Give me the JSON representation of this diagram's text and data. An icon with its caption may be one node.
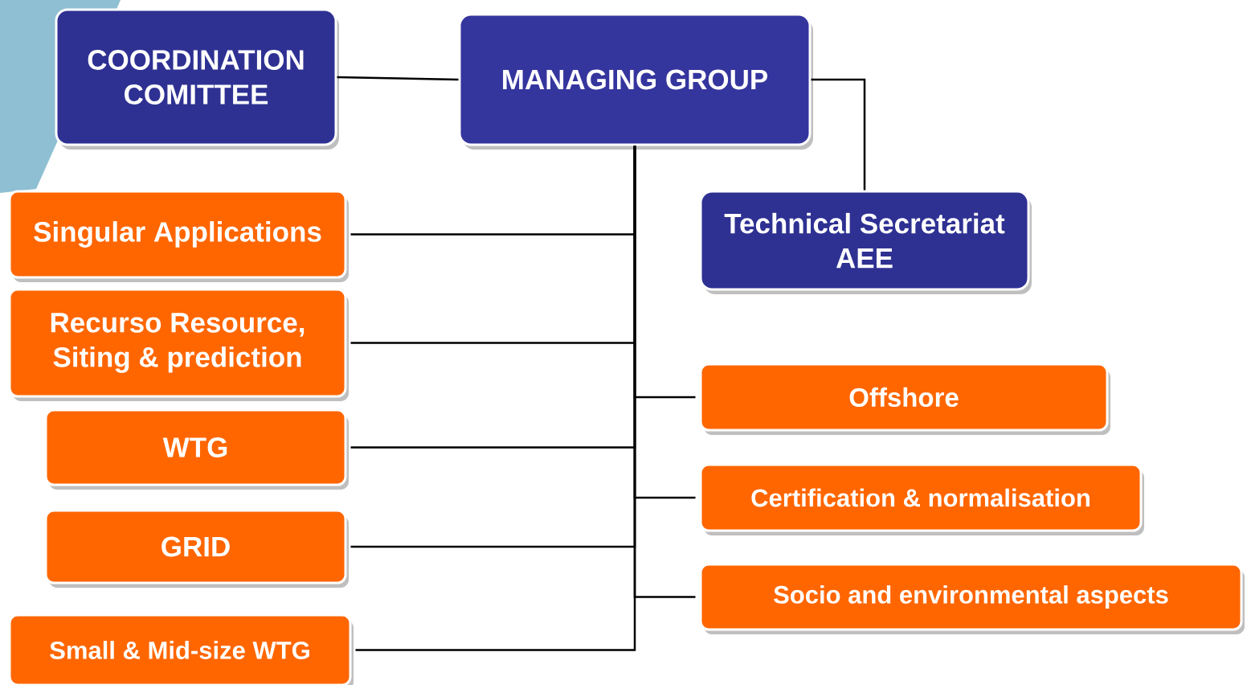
{
  "diagram": {
    "nodes": [
      {
        "text": [
          "COORDINATION COMITTEE"
        ]
      },
      {
        "text": [
          "MANAGING GROUP"
        ]
      },
      {
        "text": [
          "Technical Secretariat AEE"
        ]
      },
      {
        "text": [
          "Singular Applications"
        ]
      },
      {
        "text": [
          "Recurso Resource, Siting & prediction"
        ]
      },
      {
        "text": [
          "WTG"
        ]
      },
      {
        "text": [
          "GRID"
        ]
      },
      {
        "text": [
          "Small & Mid-size WTG"
        ]
      },
      {
        "text": [
          "Offshore"
        ]
      },
      {
        "text": [
          "Certification & normalisation"
        ]
      },
      {
        "text": [
          "Socio and environmental aspects"
        ]
      }
    ],
    "edges": [
      {
        "from": 0,
        "to": 1,
        "arrow": "none"
      },
      {
        "from": 1,
        "to": 2,
        "arrow": "none"
      },
      {
        "from": 1,
        "to": 3,
        "arrow": "none"
      },
      {
        "from": 1,
        "to": 4,
        "arrow": "none"
      },
      {
        "from": 1,
        "to": 5,
        "arrow": "none"
      },
      {
        "from": 1,
        "to": 6,
        "arrow": "none"
      },
      {
        "from": 1,
        "to": 7,
        "arrow": "none"
      },
      {
        "from": 1,
        "to": 8,
        "arrow": "none"
      },
      {
        "from": 1,
        "to": 9,
        "arrow": "none"
      },
      {
        "from": 1,
        "to": 10,
        "arrow": "none"
      }
    ]
  }
}
